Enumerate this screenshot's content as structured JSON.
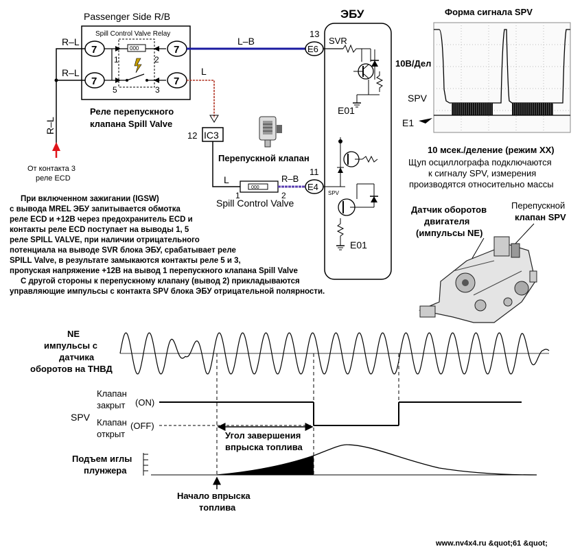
{
  "relay_box": {
    "title": "Passenger Side R/B",
    "relay_name": "Spill Control Valve Relay",
    "pin_left_top": "7",
    "pin_left_bottom": "7",
    "pin_right_top": "7",
    "pin_right_bottom": "7",
    "pin_1": "1",
    "pin_2": "2",
    "pin_5": "5",
    "pin_3": "3",
    "caption_line1": "Реле перепускного",
    "caption_line2": "клапана Spill Valve"
  },
  "wires": {
    "r_l_top": "R–L",
    "r_l_mid": "R–L",
    "r_l_vertical": "R–L",
    "l_b": "L–B",
    "l_right": "L",
    "l_bottom": "L",
    "r_b": "R–B"
  },
  "ecd_source": {
    "line1": "От контакта 3",
    "line2": "реле ECD"
  },
  "connector_ic3": {
    "pin": "12",
    "label": "IC3"
  },
  "spill_valve": {
    "title": "Перепускной клапан",
    "pin_1": "1",
    "pin_2": "2",
    "label": "Spill Control Valve"
  },
  "ecu": {
    "title": "ЭБУ",
    "pin_13": "13",
    "conn_e6": "E6",
    "svr": "SVR",
    "e01_top": "E01",
    "pin_11": "11",
    "conn_e4": "E4",
    "spv": "SPV",
    "e01_bottom": "E01"
  },
  "oscilloscope": {
    "title": "Форма сигнала SPV",
    "volts_per_div": "10В/Дел",
    "spv_label": "SPV",
    "e1_label": "E1",
    "note_line1": "10 мсек./деление (режим XX)",
    "note_line2": "Щуп осциллографа подключаются",
    "note_line3": "к сигналу SPV, измерения",
    "note_line4": "производятся относительно массы"
  },
  "pump": {
    "sensor_line1": "Датчик оборотов",
    "sensor_line2": "двигателя",
    "sensor_line3": "(импульсы NE)",
    "valve_line1": "Перепускной",
    "valve_line2": "клапан SPV"
  },
  "description": [
    "При включенном зажигании (IGSW)",
    "с вывода MREL ЭБУ запитывается обмотка",
    "реле ECD и +12В через предохранитель ECD и",
    "контакты реле ECD поступает на выводы 1, 5",
    "реле SPILL VALVE, при наличии отрицательного",
    "потенциала на выводе SVR блока ЭБУ, срабатывает реле",
    "SPILL Valve, в результате замыкаются контакты реле 5 и 3,",
    "пропуская напряжение +12В на вывод 1 перепускного клапана Spill Valve",
    "С другой стороны к перепускному клапану (вывод 2) прикладываются",
    "управляющие импульсы с контакта SPV блока ЭБУ отрицательной полярности."
  ],
  "timing": {
    "ne_line1": "NE",
    "ne_line2": "импульсы с",
    "ne_line3": "датчика",
    "ne_line4": "оборотов на ТНВД",
    "spv": "SPV",
    "closed_line1": "Клапан",
    "closed_line2": "закрыт",
    "on": "(ON)",
    "open_line1": "Клапан",
    "open_line2": "открыт",
    "off": "(OFF)",
    "angle_line1": "Угол завершения",
    "angle_line2": "впрыска топлива",
    "lift_line1": "Подъем иглы",
    "lift_line2": "плунжера",
    "start_line1": "Начало впрыска",
    "start_line2": "топлива"
  },
  "footer": "www.nv4x4.ru &quot;61 &quot;",
  "colors": {
    "wire_lb": "#1a1aa0",
    "wire_rb": "#5a3fb0",
    "wire_red": "#e0141a",
    "ink": "#000000"
  }
}
